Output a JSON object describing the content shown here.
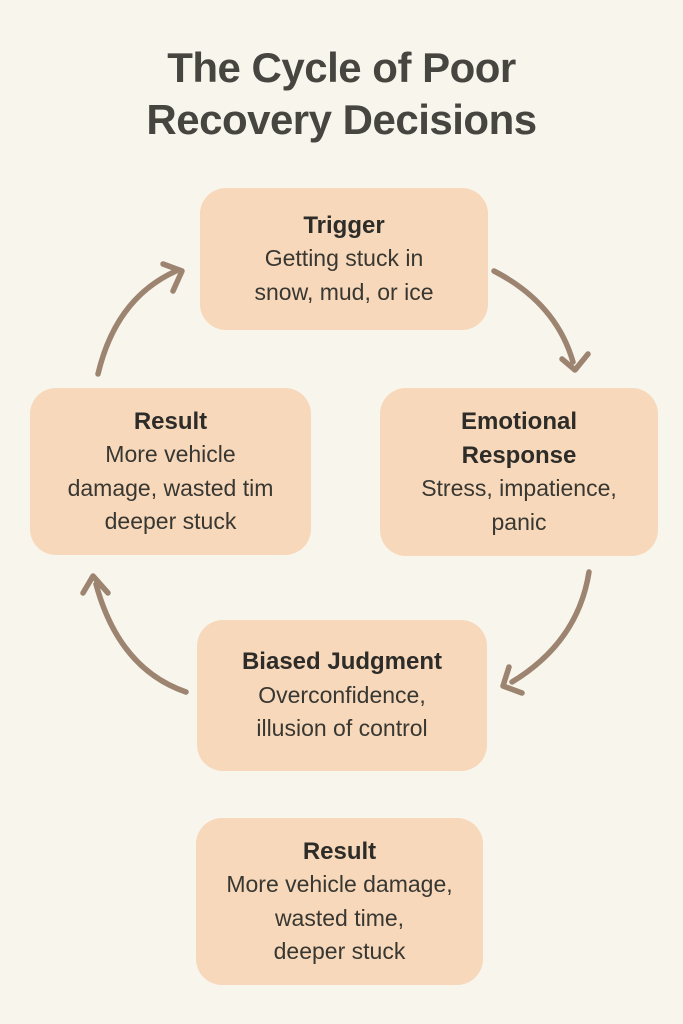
{
  "title": "The Cycle of Poor\nRecovery Decisions",
  "colors": {
    "background": "#f8f5ed",
    "box_fill": "#f7d8bb",
    "arrow": "#9c8470",
    "title_text": "#46453f",
    "heading_text": "#2d2c28",
    "body_text": "#383731"
  },
  "nodes": [
    {
      "id": "trigger",
      "heading": "Trigger",
      "body": "Getting stuck in\nsnow, mud, or ice"
    },
    {
      "id": "result-left",
      "heading": "Result",
      "body": "More vehicle\ndamage, wasted tim\ndeeper stuck"
    },
    {
      "id": "emotional-response",
      "heading": "Emotional\nResponse",
      "body": "Stress, impatience,\npanic"
    },
    {
      "id": "biased-judgment",
      "heading": "Biased Judgment",
      "body": "Overconfidence,\nillusion of control"
    },
    {
      "id": "result-bottom",
      "heading": "Result",
      "body": "More vehicle damage,\nwasted time,\ndeeper stuck"
    }
  ],
  "edges": [
    {
      "from": "result-left",
      "to": "trigger"
    },
    {
      "from": "trigger",
      "to": "emotional-response"
    },
    {
      "from": "emotional-response",
      "to": "biased-judgment"
    },
    {
      "from": "biased-judgment",
      "to": "result-left"
    }
  ]
}
